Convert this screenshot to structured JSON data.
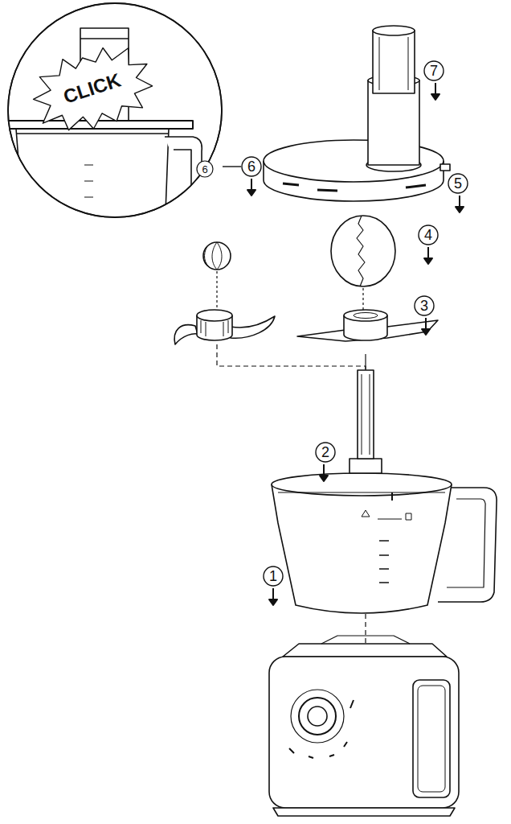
{
  "diagram": {
    "labels": [
      "CLICK",
      "6",
      "6",
      "7",
      "5",
      "4",
      "3",
      "2",
      "1"
    ]
  }
}
